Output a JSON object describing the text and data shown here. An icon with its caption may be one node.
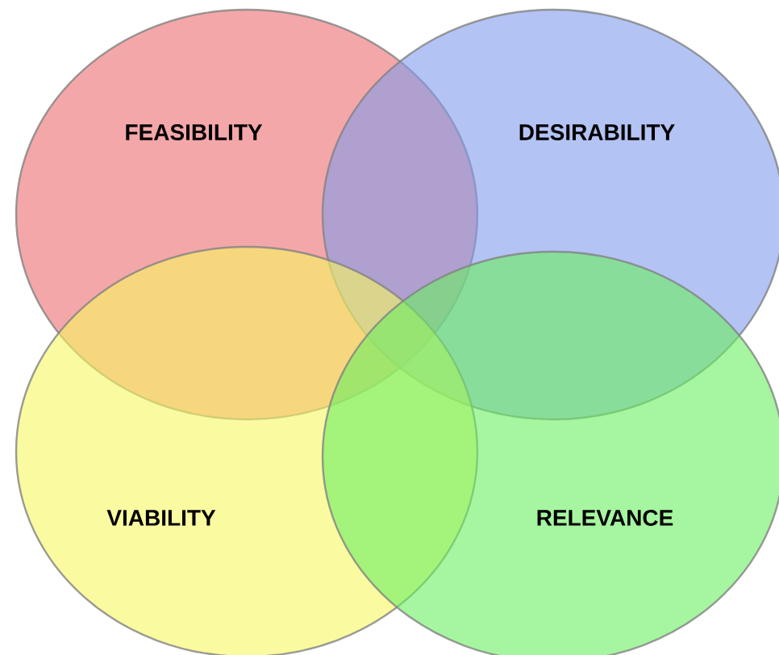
{
  "diagram": {
    "nodes": [
      {
        "text": [
          "FEASIBILITY"
        ]
      },
      {
        "text": [
          "DESIRABILITY"
        ]
      },
      {
        "text": [
          "VIABILITY"
        ]
      },
      {
        "text": [
          "RELEVANCE"
        ]
      }
    ]
  }
}
